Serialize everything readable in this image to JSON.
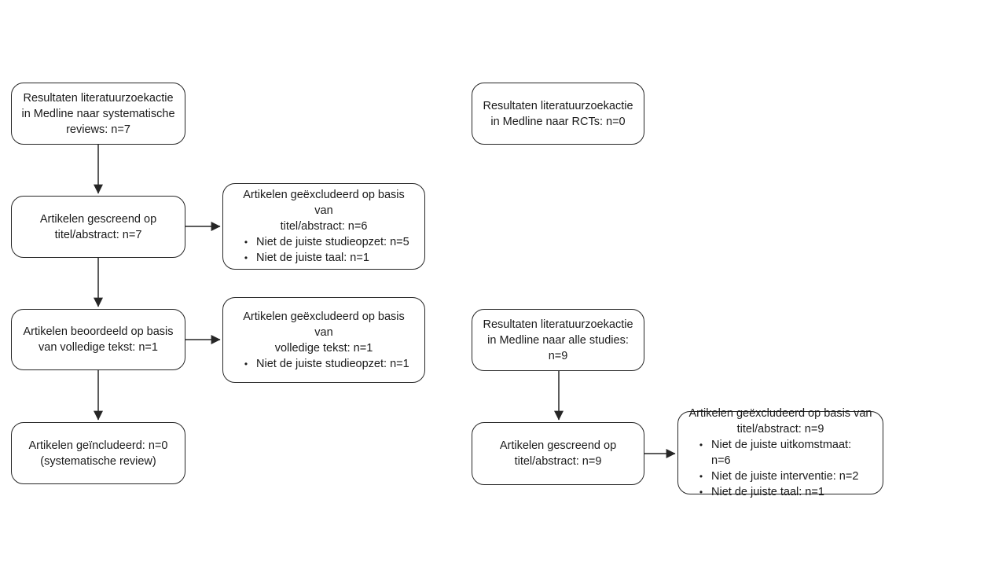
{
  "diagram": {
    "bullet_char": "•",
    "boxes": {
      "sr_results": {
        "text": "Resultaten literatuurzoekactie\nin Medline naar systematische\nreviews: n=7"
      },
      "sr_screened": {
        "text": "Artikelen gescreend op\ntitel/abstract: n=7"
      },
      "sr_excluded_title_abstract": {
        "title": "Artikelen geëxcludeerd op basis van\ntitel/abstract: n=6",
        "bullets": [
          "Niet de juiste studieopzet: n=5",
          "Niet de juiste taal: n=1"
        ]
      },
      "sr_fulltext": {
        "text": "Artikelen beoordeeld op basis\nvan volledige tekst: n=1"
      },
      "sr_excluded_fulltext": {
        "title": "Artikelen geëxcludeerd op basis van\nvolledige tekst: n=1",
        "bullets": [
          "Niet de juiste studieopzet: n=1"
        ]
      },
      "sr_included": {
        "text": "Artikelen geïncludeerd: n=0\n(systematische review)"
      },
      "rct_results": {
        "text": "Resultaten literatuurzoekactie\nin Medline naar RCTs: n=0"
      },
      "all_results": {
        "text": "Resultaten literatuurzoekactie\nin Medline naar alle studies:\nn=9"
      },
      "all_screened": {
        "text": "Artikelen gescreend op\ntitel/abstract: n=9"
      },
      "all_excluded_title_abstract": {
        "title": "Artikelen geëxcludeerd op basis van\ntitel/abstract: n=9",
        "bullets": [
          "Niet de juiste uitkomstmaat: n=6",
          "Niet de juiste interventie: n=2",
          "Niet de juiste taal: n=1"
        ]
      }
    },
    "colors": {
      "stroke": "#262626",
      "background": "#ffffff",
      "text": "#1a1a1a"
    }
  }
}
